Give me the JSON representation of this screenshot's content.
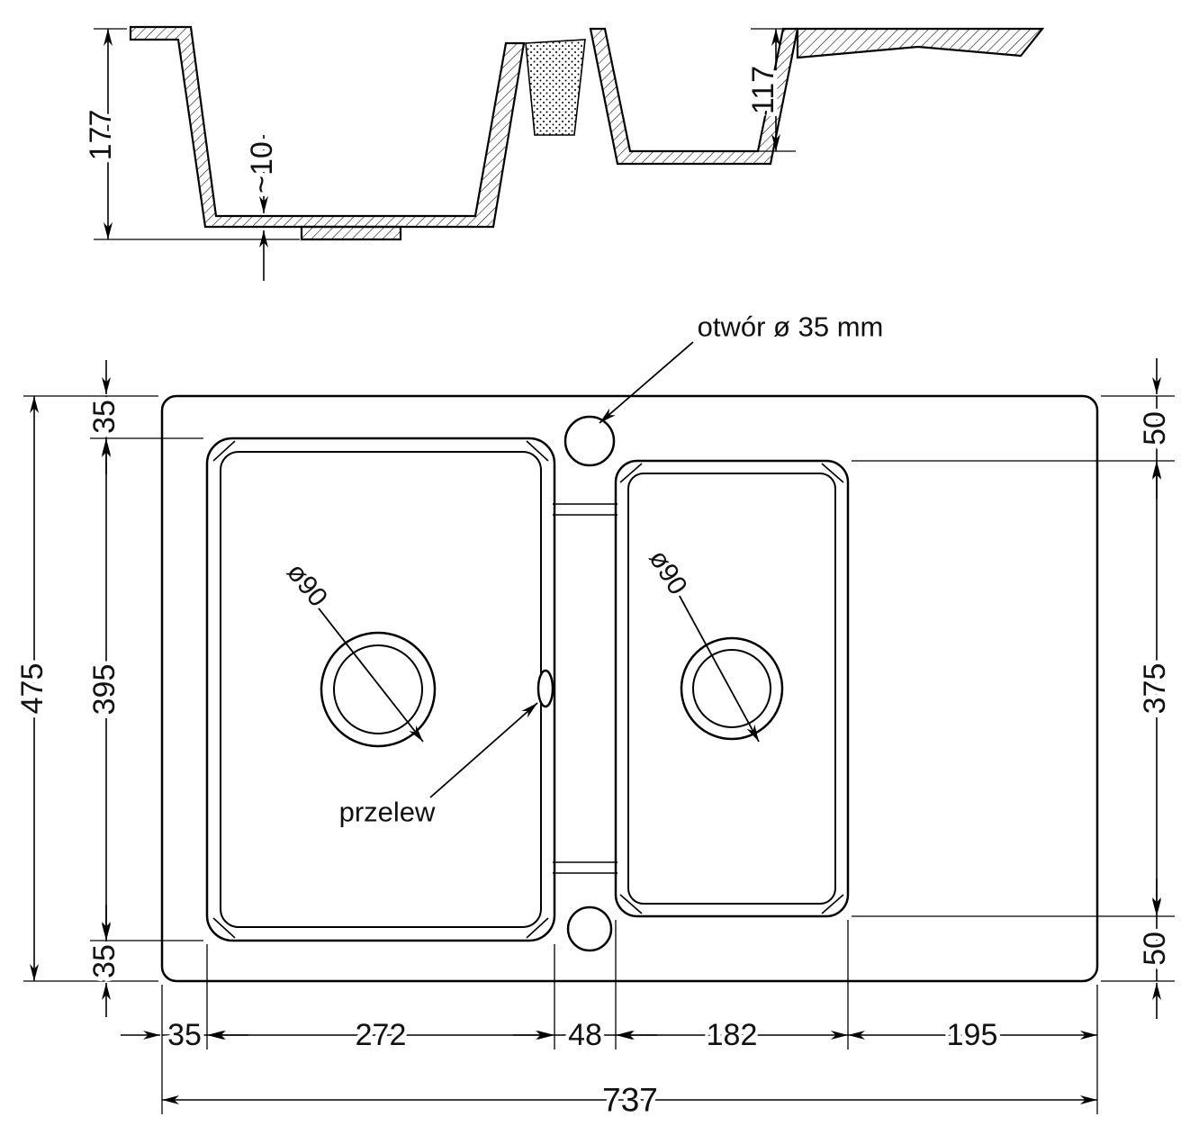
{
  "section": {
    "depth_total": "177",
    "bottom_thickness": "~10",
    "depth_small_bowl": "117"
  },
  "plan": {
    "faucet_hole_label": "otwór ø 35 mm",
    "overflow_label": "przelew",
    "drain_large_label": "ø90",
    "drain_small_label": "ø90",
    "left": {
      "total_height": "475",
      "top_margin": "35",
      "bowl_length": "395",
      "bottom_margin": "35"
    },
    "right": {
      "top_margin": "50",
      "bowl_length": "375",
      "bottom_margin": "50"
    },
    "bottom": {
      "seg_rim": "35",
      "seg_bowl1": "272",
      "seg_divider": "48",
      "seg_bowl2": "182",
      "seg_drainer": "195",
      "total_width": "737"
    }
  }
}
